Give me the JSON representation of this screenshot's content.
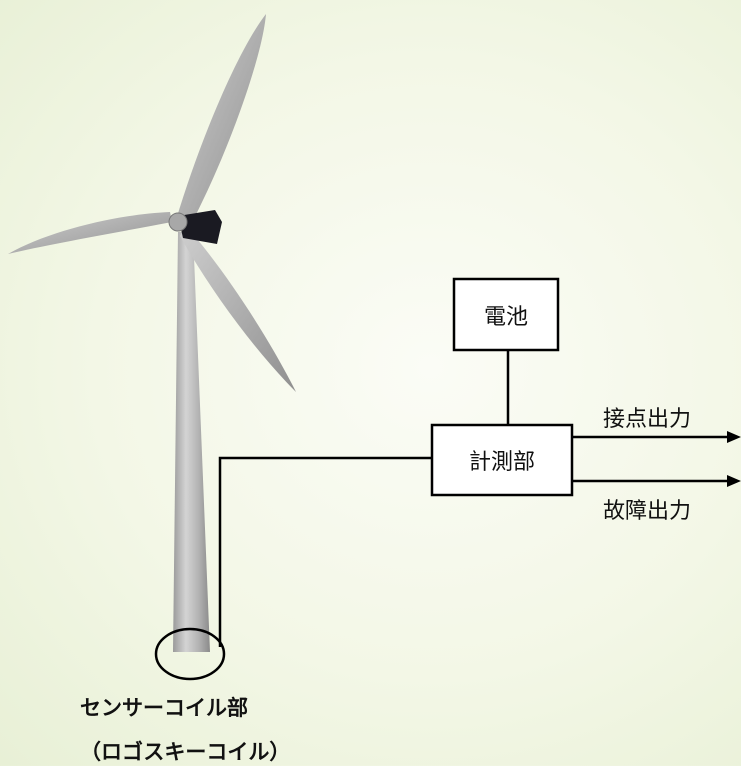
{
  "battery_label": "電池",
  "measure_label": "計測部",
  "contact_output": "接点出力",
  "fault_output": "故障出力",
  "sensor_caption": "センサーコイル部",
  "sensor_subcaption": "（ロゴスキーコイル）",
  "colors": {
    "tower": "#b8b8b8",
    "nacelle": "#1a1a22",
    "line": "#000000"
  }
}
